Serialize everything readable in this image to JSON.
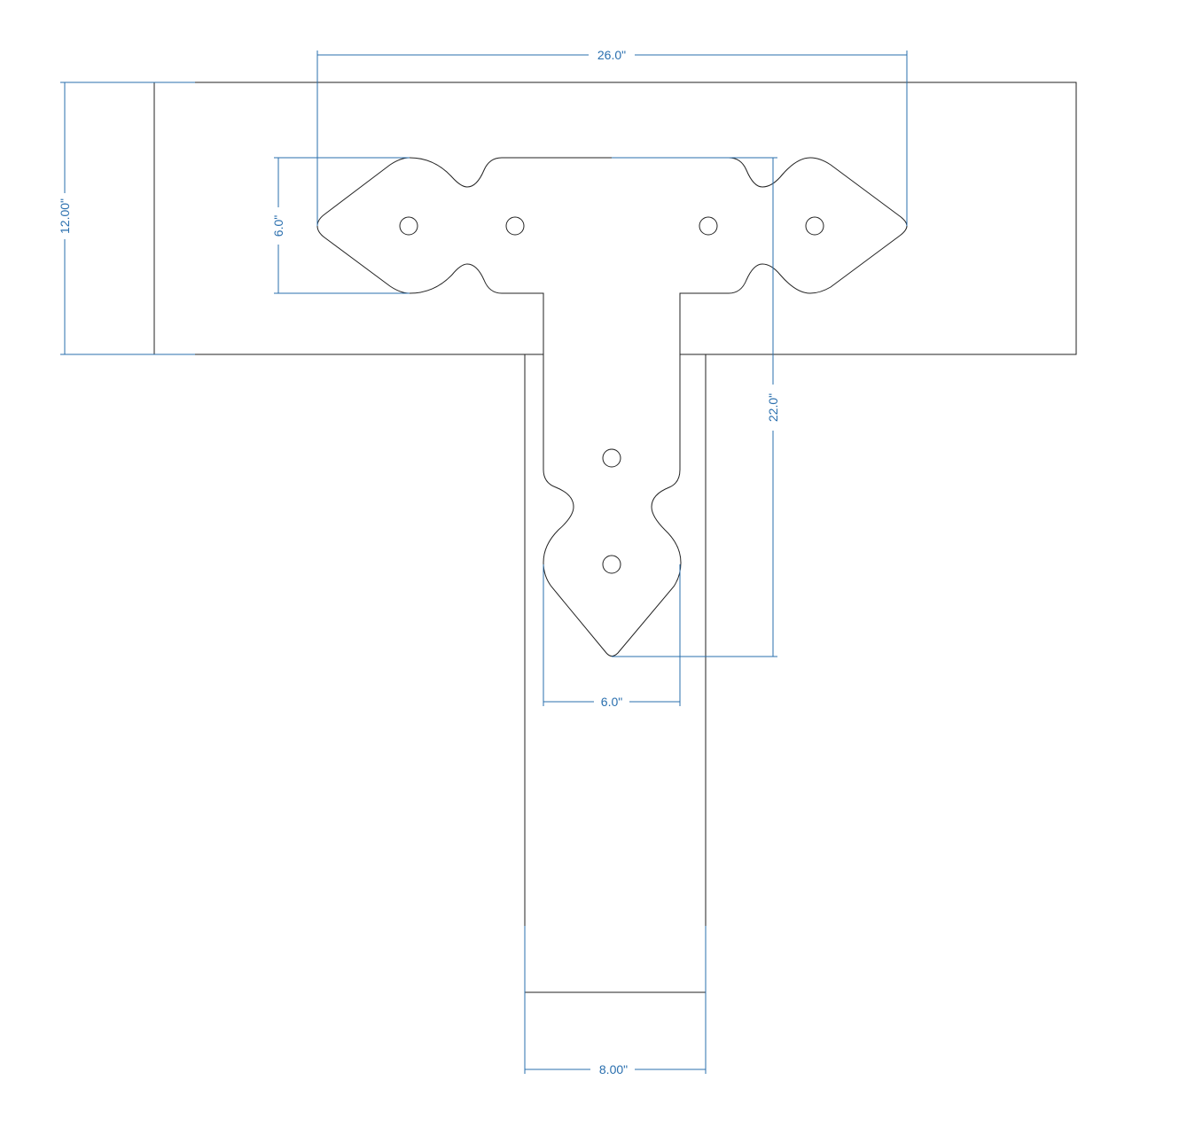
{
  "dimensions": {
    "top_width": "26.0\"",
    "beam_height": "12.00\"",
    "arm_height": "6.0\"",
    "stem_length": "22.0\"",
    "stem_width": "6.0\"",
    "post_width": "8.00\""
  },
  "colors": {
    "dimension": "#2a6fae",
    "outline": "#222222"
  }
}
